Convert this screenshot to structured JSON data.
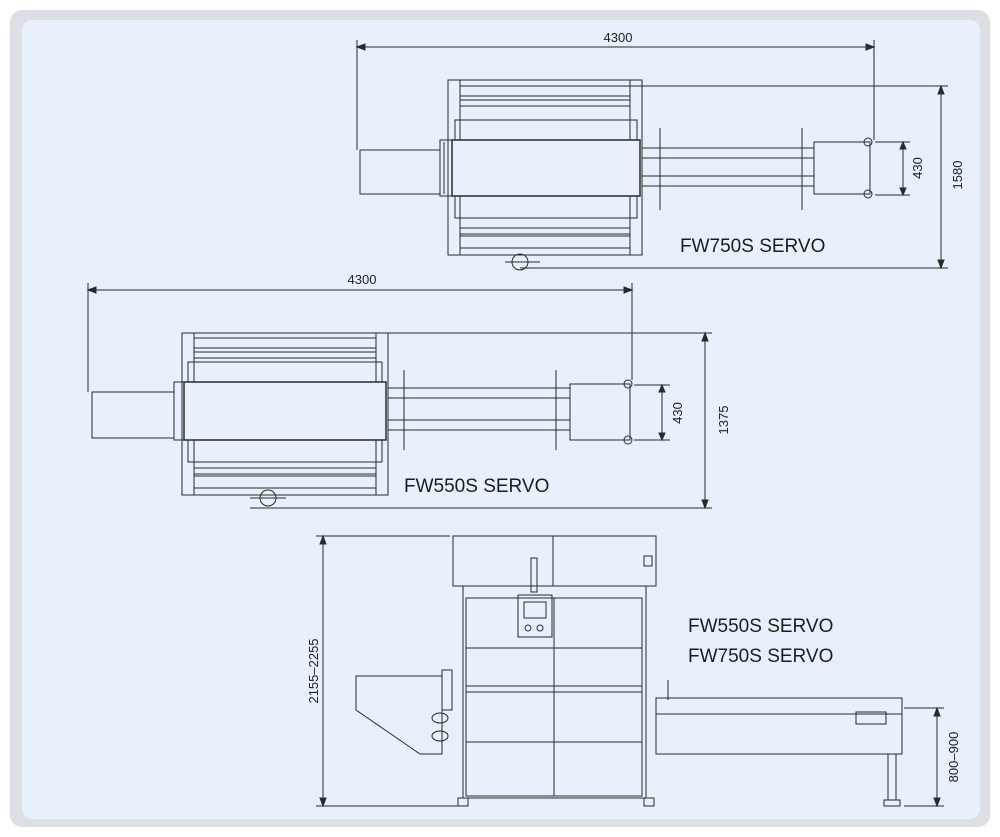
{
  "top_view_750": {
    "model_label": "FW750S SERVO",
    "length_dim": "4300",
    "width_dim": "1580",
    "conveyor_dim": "430"
  },
  "top_view_550": {
    "model_label": "FW550S SERVO",
    "length_dim": "4300",
    "width_dim": "1375",
    "conveyor_dim": "430"
  },
  "side_view": {
    "model_label_1": "FW550S SERVO",
    "model_label_2": "FW750S SERVO",
    "height_dim": "2155–2255",
    "conveyor_height_dim": "800–900"
  },
  "colors": {
    "frame": "#dcdfe3",
    "panel": "#e8f0fb",
    "line": "#2a2a2a"
  }
}
